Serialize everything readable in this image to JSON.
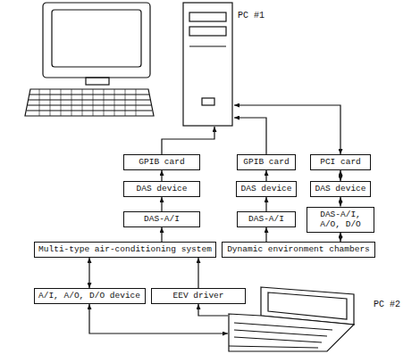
{
  "diagram": {
    "nodes": [
      {
        "text": [
          "PC #1"
        ]
      },
      {
        "text": [
          "GPIB card"
        ]
      },
      {
        "text": [
          "GPIB card"
        ]
      },
      {
        "text": [
          "PCI card"
        ]
      },
      {
        "text": [
          "DAS device"
        ]
      },
      {
        "text": [
          "DAS device"
        ]
      },
      {
        "text": [
          "DAS device"
        ]
      },
      {
        "text": [
          "DAS-A/I"
        ]
      },
      {
        "text": [
          "DAS-A/I"
        ]
      },
      {
        "text": [
          "DAS-A/I, A/O, D/O"
        ]
      },
      {
        "text": [
          "Multi-type air-conditioning system"
        ]
      },
      {
        "text": [
          "Dynamic environment chambers"
        ]
      },
      {
        "text": [
          "A/I, A/O, D/O device"
        ]
      },
      {
        "text": [
          "EEV driver"
        ]
      },
      {
        "text": [
          "PC #2"
        ]
      }
    ],
    "edges": [
      {
        "from": 1,
        "to": 0,
        "arrow": "to"
      },
      {
        "from": 4,
        "to": 1,
        "arrow": "to"
      },
      {
        "from": 7,
        "to": 4,
        "arrow": "to"
      },
      {
        "from": 10,
        "to": 7,
        "arrow": "to"
      },
      {
        "from": 12,
        "to": 10,
        "arrow": "both"
      },
      {
        "from": 13,
        "to": 10,
        "arrow": "to"
      },
      {
        "from": 14,
        "to": 12,
        "arrow": "both"
      },
      {
        "from": 14,
        "to": 13,
        "arrow": "to"
      },
      {
        "from": 2,
        "to": 0,
        "arrow": "to"
      },
      {
        "from": 5,
        "to": 2,
        "arrow": "to"
      },
      {
        "from": 8,
        "to": 5,
        "arrow": "to"
      },
      {
        "from": 11,
        "to": 8,
        "arrow": "to"
      },
      {
        "from": 3,
        "to": 0,
        "arrow": "both"
      },
      {
        "from": 6,
        "to": 3,
        "arrow": "both"
      },
      {
        "from": 9,
        "to": 6,
        "arrow": "both"
      },
      {
        "from": 11,
        "to": 9,
        "arrow": "both"
      }
    ]
  }
}
